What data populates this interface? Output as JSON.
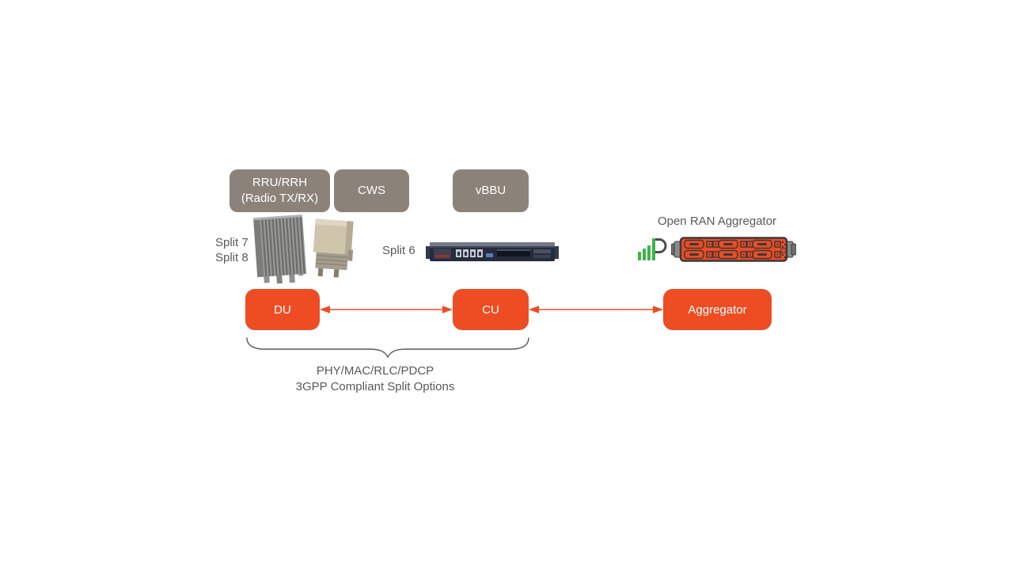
{
  "top_labels": {
    "rru": {
      "line1": "RRU/RRH",
      "line2": "(Radio TX/RX)"
    },
    "cws": "CWS",
    "vbbu": "vBBU"
  },
  "splits": {
    "split7": "Split 7",
    "split8": "Split 8",
    "split6": "Split 6"
  },
  "aggregator_title": "Open RAN Aggregator",
  "nodes": {
    "du": "DU",
    "cu": "CU",
    "aggregator": "Aggregator"
  },
  "caption": {
    "line1": "PHY/MAC/RLC/PDCP",
    "line2": "3GPP Compliant Split Options"
  },
  "icons": {
    "rru_photo": "outdoor-finned-radio-unit",
    "cws_photo": "beige-outdoor-cws-unit",
    "server_photo": "1u-rack-server",
    "logo": "signal-bars-p-logo",
    "device": "orange-aggregator-hardware",
    "arrows": "double-headed-arrow",
    "brace": "curly-brace-down"
  },
  "colors": {
    "orange": "#EE4C23",
    "taupe": "#8B8379",
    "text-gray": "#595959",
    "logo-green": "#3CB54A"
  }
}
